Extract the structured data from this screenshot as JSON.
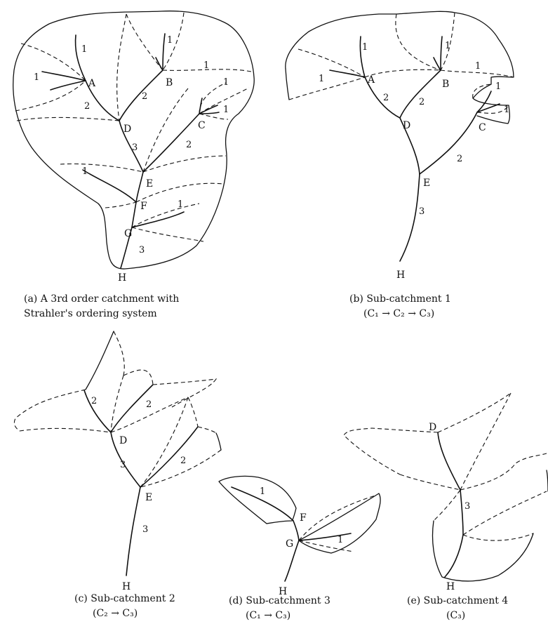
{
  "panel_a": {
    "nodes": {
      "a": "A",
      "b": "B",
      "c": "C",
      "d": "D",
      "e": "E",
      "f": "F",
      "g": "G",
      "h": "H"
    },
    "orders": [
      "1",
      "1",
      "1",
      "1",
      "1",
      "1",
      "1",
      "1",
      "2",
      "2",
      "2",
      "3",
      "3"
    ],
    "caption_line1": "(a) A 3rd order catchment with",
    "caption_line2": "Strahler's ordering system"
  },
  "panel_b": {
    "nodes": {
      "a": "A",
      "b": "B",
      "c": "C",
      "d": "D",
      "e": "E",
      "h": "H"
    },
    "orders": [
      "1",
      "1",
      "1",
      "1",
      "1",
      "1",
      "2",
      "2",
      "2",
      "3"
    ],
    "caption_line1": "(b) Sub-catchment 1",
    "caption_line2": "(C₁ → C₂ → C₃)"
  },
  "panel_c": {
    "nodes": {
      "d": "D",
      "e": "E",
      "h": "H"
    },
    "orders": [
      "2",
      "2",
      "2",
      "3",
      "3"
    ],
    "caption_line1": "(c) Sub-catchment 2",
    "caption_line2": "(C₂ → C₃)"
  },
  "panel_d": {
    "nodes": {
      "f": "F",
      "g": "G",
      "h": "H"
    },
    "orders": [
      "1",
      "1"
    ],
    "caption_line1": "(d) Sub-catchment 3",
    "caption_line2": "(C₁ → C₃)"
  },
  "panel_e": {
    "nodes": {
      "d": "D",
      "h": "H"
    },
    "orders": [
      "3"
    ],
    "caption_line1": "(e) Sub-catchment 4",
    "caption_line2": "(C₃)"
  }
}
